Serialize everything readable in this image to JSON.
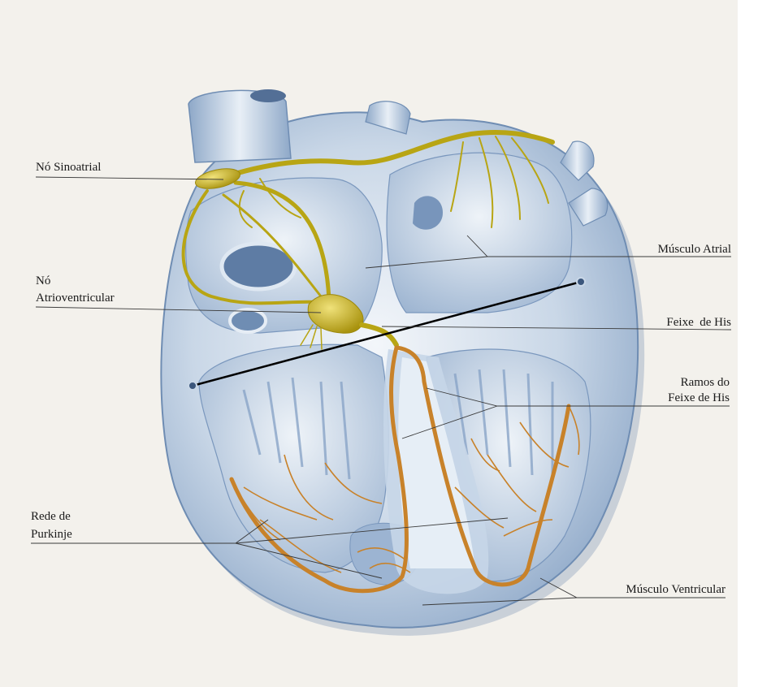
{
  "labels": {
    "sinoatrial": "Nó Sinoatrial",
    "av_line1": "Nó",
    "av_line2": "Atrioventricular",
    "atrial": "Músculo Atrial",
    "his": "Feixe  de His",
    "branches_line1": "Ramos do",
    "branches_line2": "Feixe de His",
    "purkinje_line1": "Rede de",
    "purkinje_line2": "Purkinje",
    "ventricular": "Músculo Ventricular"
  },
  "colors": {
    "paper": "#f3f1ec",
    "heart_light": "#dfe8f2",
    "heart_mid": "#a9bfd8",
    "heart_dark": "#6f8db3",
    "conduction_yellow": "#b8a514",
    "purkinje_orange": "#c8822a"
  }
}
